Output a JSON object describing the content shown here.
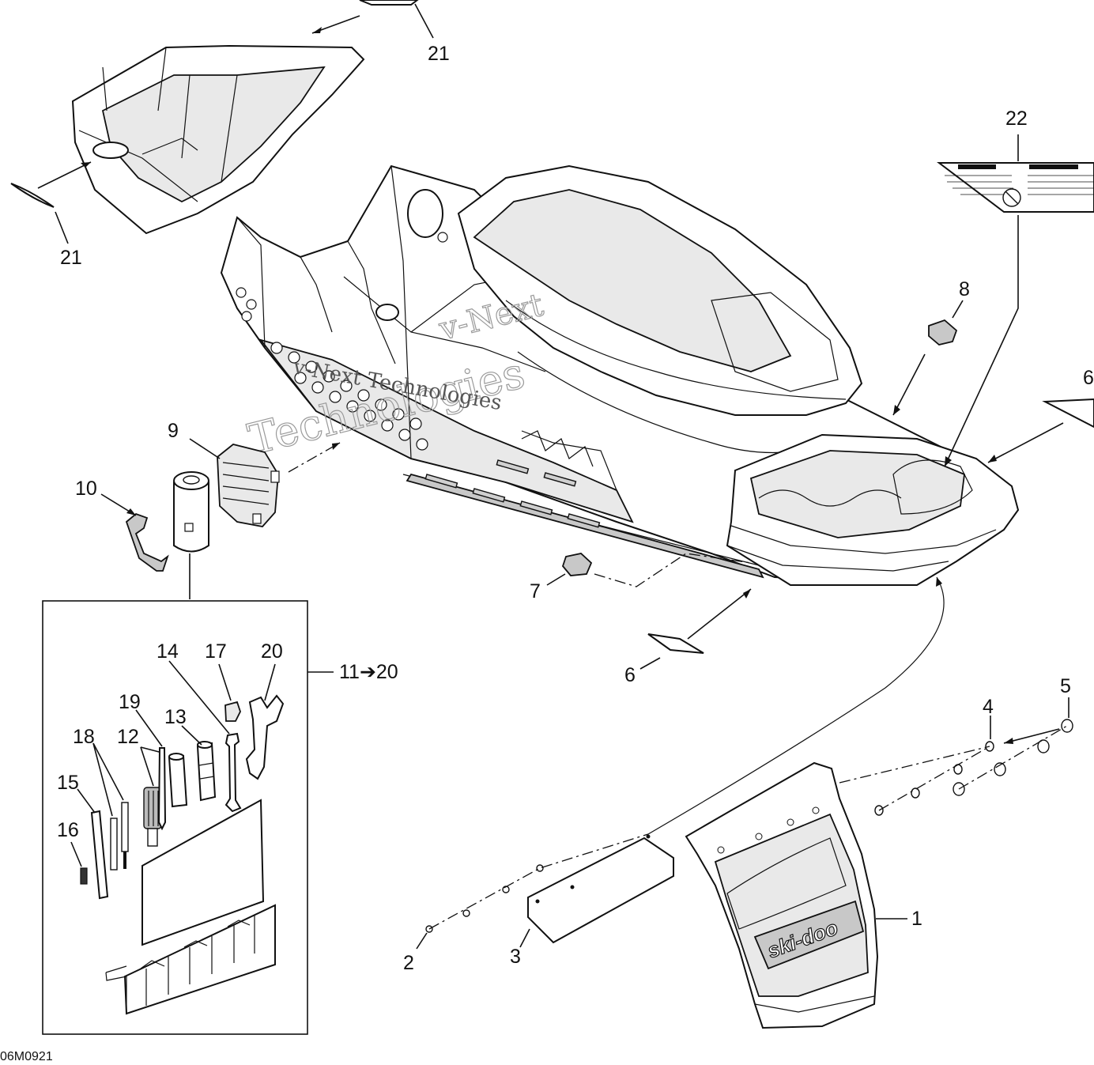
{
  "diagram": {
    "code": "06M0921",
    "watermark_lines": [
      "v-Next Technologies",
      "Technologies",
      "v-Next"
    ],
    "logo_text": "ski-doo",
    "kit_label": "11➔20",
    "callouts": {
      "c1": "1",
      "c2": "2",
      "c3": "3",
      "c4": "4",
      "c5": "5",
      "c6a": "6",
      "c6b": "6",
      "c7": "7",
      "c8": "8",
      "c9": "9",
      "c10": "10",
      "c12": "12",
      "c13": "13",
      "c14": "14",
      "c15": "15",
      "c16": "16",
      "c17": "17",
      "c18": "18",
      "c19": "19",
      "c20": "20",
      "c21a": "21",
      "c21b": "21",
      "c22": "22"
    }
  }
}
